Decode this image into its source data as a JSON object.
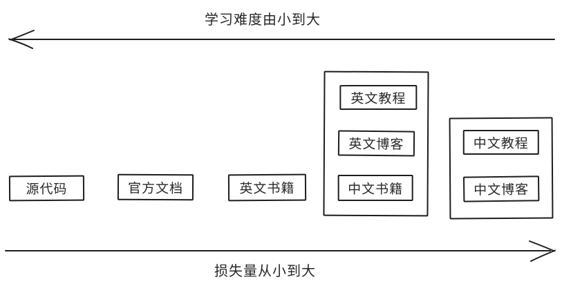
{
  "diagram": {
    "background": "#ffffff",
    "stroke_color": "#1d1d1d",
    "text_color": "#2a2a2a",
    "top_axis": {
      "label": "学习难度由小到大",
      "direction": "left"
    },
    "bottom_axis": {
      "label": "损失量从小到大",
      "direction": "right"
    },
    "standalone_boxes": [
      {
        "label": "源代码"
      },
      {
        "label": "官方文档"
      },
      {
        "label": "英文书籍"
      }
    ],
    "groups": [
      {
        "items": [
          {
            "label": "英文教程"
          },
          {
            "label": "英文博客"
          },
          {
            "label": "中文书籍"
          }
        ]
      },
      {
        "items": [
          {
            "label": "中文教程"
          },
          {
            "label": "中文博客"
          }
        ]
      }
    ]
  }
}
